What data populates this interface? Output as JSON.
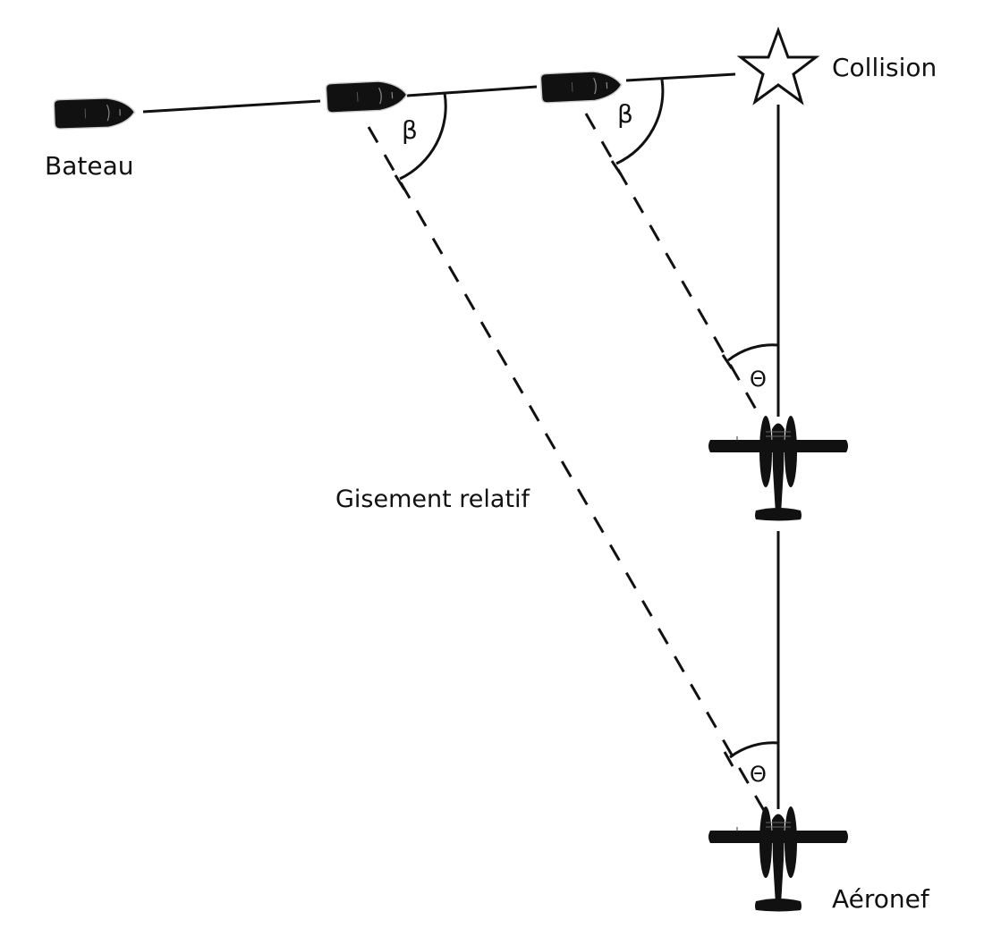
{
  "diagram": {
    "labels": {
      "boat": "Bateau",
      "collision": "Collision",
      "relative_bearing": "Gisement relatif",
      "aircraft": "Aéronef",
      "beta_1": "β",
      "beta_2": "β",
      "theta_1": "Θ",
      "theta_2": "Θ"
    },
    "colors": {
      "ink": "#111111",
      "background": "#ffffff"
    },
    "icons": {
      "boat": "boat-icon",
      "aircraft": "seaplane-icon",
      "collision": "star-icon"
    }
  }
}
